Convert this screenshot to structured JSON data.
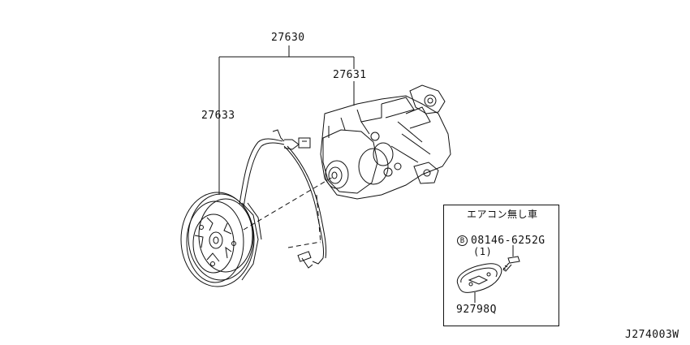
{
  "labels": {
    "compressor_assembly": "27630",
    "compressor": "27631",
    "clutch_assembly": "27633",
    "bolt_part": "08146-6252G",
    "bolt_qty": "(1)",
    "cover_part": "92798Q",
    "diagram_code": "J274003W"
  },
  "inset": {
    "title": "エアコン無し車",
    "bolt_marker": "B"
  },
  "colors": {
    "line": "#111111",
    "background": "#ffffff"
  }
}
